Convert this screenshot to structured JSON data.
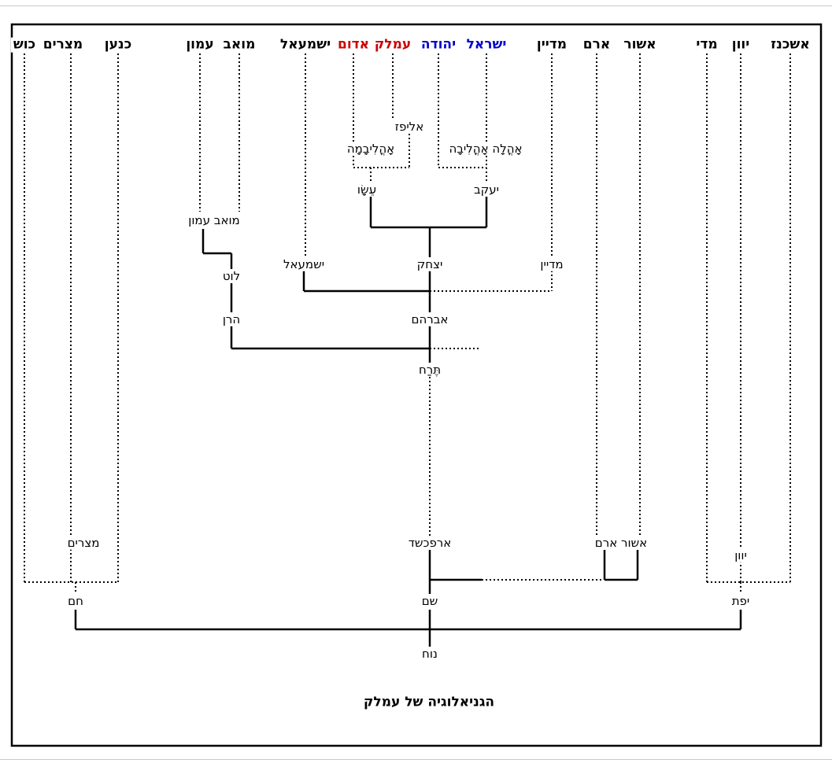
{
  "title": "הגניאלוגיה של עמלק",
  "colors": {
    "red_nations": "#cc0000",
    "blue_nations": "#0000cc",
    "line": "#000000",
    "background": "#ffffff"
  },
  "top_row": [
    {
      "id": "kush",
      "label": "כוש",
      "color": "black"
    },
    {
      "id": "mitzrayim",
      "label": "מצרים",
      "color": "black"
    },
    {
      "id": "canaan",
      "label": "כנען",
      "color": "black"
    },
    {
      "id": "ammon",
      "label": "עמון",
      "color": "black"
    },
    {
      "id": "moab",
      "label": "מואב",
      "color": "black"
    },
    {
      "id": "ishmael",
      "label": "ישמעאל",
      "color": "black"
    },
    {
      "id": "edom",
      "label": "אדום",
      "color": "red"
    },
    {
      "id": "amalek",
      "label": "עמלק",
      "color": "red"
    },
    {
      "id": "judah",
      "label": "יהודה",
      "color": "blue"
    },
    {
      "id": "israel",
      "label": "ישראל",
      "color": "blue"
    },
    {
      "id": "midian",
      "label": "מדיין",
      "color": "black"
    },
    {
      "id": "aram",
      "label": "ארם",
      "color": "black"
    },
    {
      "id": "ashur",
      "label": "אשור",
      "color": "black"
    },
    {
      "id": "madai",
      "label": "מדי",
      "color": "black"
    },
    {
      "id": "yavan",
      "label": "יוון",
      "color": "black"
    },
    {
      "id": "ashkenaz",
      "label": "אשכנז",
      "color": "black"
    }
  ],
  "nodes": {
    "elifaz": "אליפז",
    "oholibamah": "אָהֳלִיבָמָה",
    "oholah_oholibah": "אָהֳלָה אָהֳלִיבָה",
    "esau": "עֵשָׂו",
    "jacob": "יעקב",
    "moab_ammon": "מואב עמון",
    "lot": "לוט",
    "ishmael": "ישמעאל",
    "isaac": "יצחק",
    "midian": "מדיין",
    "abraham": "אברהם",
    "haran": "הרן",
    "terah": "תֶּרַח",
    "mitzrayim": "מצרים",
    "arpachshad": "ארפכשד",
    "ashur_aram": "אשור ארם",
    "yavan": "יוון",
    "ham": "חם",
    "shem": "שם",
    "japheth": "יפת",
    "noah": "נוח"
  }
}
